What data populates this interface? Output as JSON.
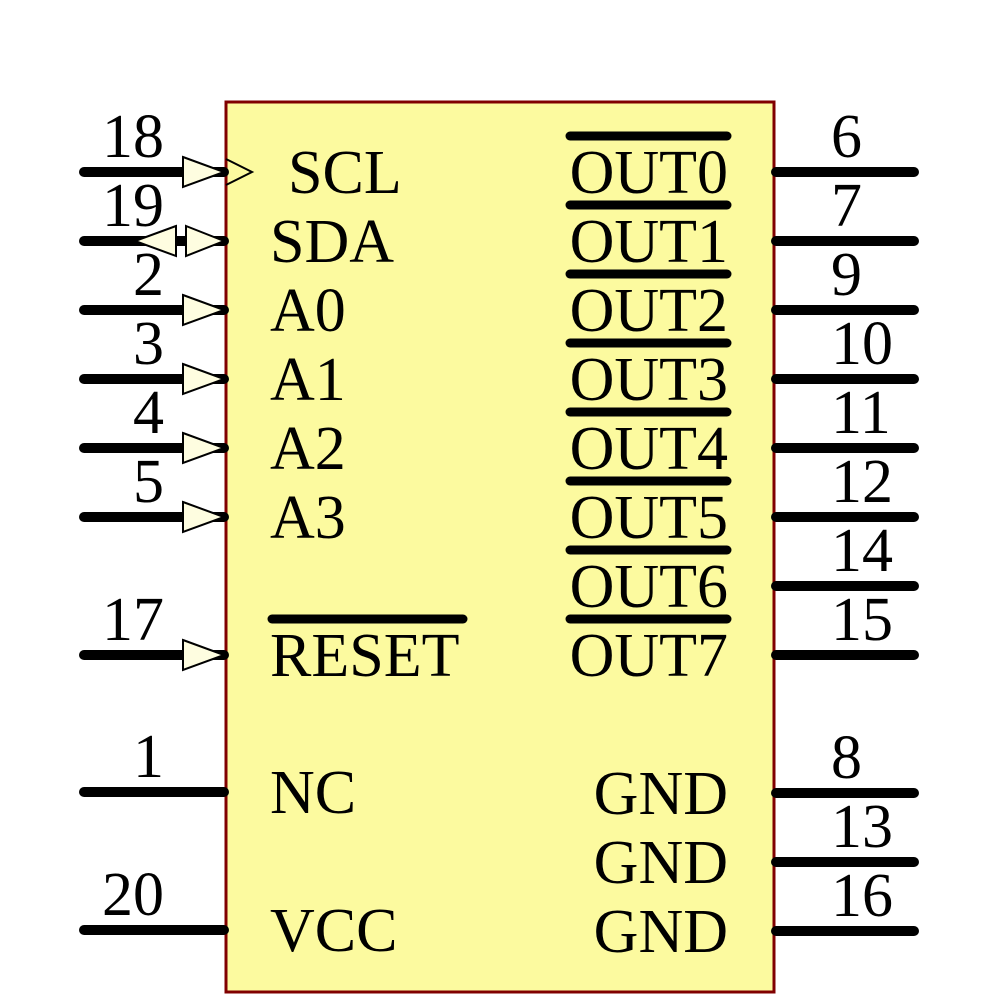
{
  "schematic": {
    "component_type": "20-pin I2C LED driver symbol",
    "colors": {
      "body_fill": "#FCFA9F",
      "body_border": "#800000",
      "wire": "#000000",
      "arrow_fill": "#FEFDE0",
      "text": "#000000"
    },
    "left_pins": [
      {
        "number": "18",
        "name": "SCL",
        "direction": "input",
        "clock_mark": true,
        "active_low": false
      },
      {
        "number": "19",
        "name": "SDA",
        "direction": "bidirectional",
        "clock_mark": false,
        "active_low": false
      },
      {
        "number": "2",
        "name": "A0",
        "direction": "input",
        "clock_mark": false,
        "active_low": false
      },
      {
        "number": "3",
        "name": "A1",
        "direction": "input",
        "clock_mark": false,
        "active_low": false
      },
      {
        "number": "4",
        "name": "A2",
        "direction": "input",
        "clock_mark": false,
        "active_low": false
      },
      {
        "number": "5",
        "name": "A3",
        "direction": "input",
        "clock_mark": false,
        "active_low": false
      },
      {
        "number": "17",
        "name": "RESET",
        "direction": "input",
        "clock_mark": false,
        "active_low": true
      },
      {
        "number": "1",
        "name": "NC",
        "direction": "passive",
        "clock_mark": false,
        "active_low": false
      },
      {
        "number": "20",
        "name": "VCC",
        "direction": "power",
        "clock_mark": false,
        "active_low": false
      }
    ],
    "right_pins": [
      {
        "number": "6",
        "name": "OUT0",
        "active_low": true
      },
      {
        "number": "7",
        "name": "OUT1",
        "active_low": true
      },
      {
        "number": "9",
        "name": "OUT2",
        "active_low": true
      },
      {
        "number": "10",
        "name": "OUT3",
        "active_low": true
      },
      {
        "number": "11",
        "name": "OUT4",
        "active_low": true
      },
      {
        "number": "12",
        "name": "OUT5",
        "active_low": true
      },
      {
        "number": "14",
        "name": "OUT6",
        "active_low": true
      },
      {
        "number": "15",
        "name": "OUT7",
        "active_low": true
      },
      {
        "number": "8",
        "name": "GND",
        "active_low": false
      },
      {
        "number": "13",
        "name": "GND",
        "active_low": false
      },
      {
        "number": "16",
        "name": "GND",
        "active_low": false
      }
    ]
  }
}
